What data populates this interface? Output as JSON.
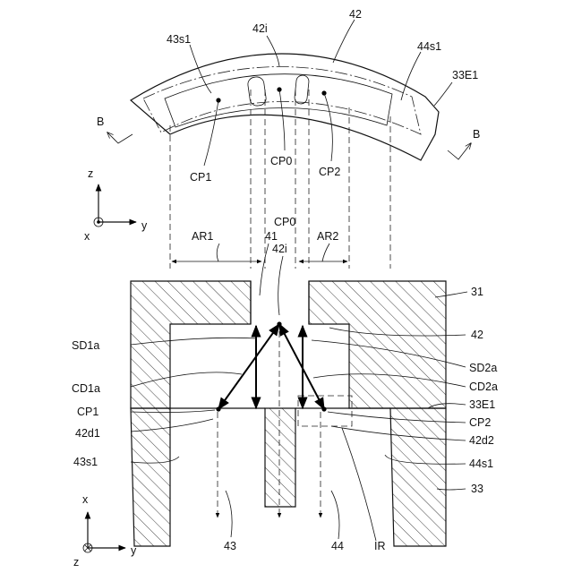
{
  "labels": {
    "l42top": "42",
    "l42i_top": "42i",
    "l43s1_top": "43s1",
    "l44s1_top": "44s1",
    "l33E1_top": "33E1",
    "lB_left": "B",
    "lB_right": "B",
    "lCP1_top": "CP1",
    "lCP0_top": "CP0",
    "lCP2_top": "CP2",
    "axis1_z": "z",
    "axis1_y": "y",
    "axis1_x": "x",
    "lAR1": "AR1",
    "lCP0_mid": "CP0",
    "lAR2": "AR2",
    "l41": "41",
    "l42i_mid": "42i",
    "l31": "31",
    "l42_right": "42",
    "lSD1a": "SD1a",
    "lSD2a": "SD2a",
    "lCD1a": "CD1a",
    "lCD2a": "CD2a",
    "lCP1_bot": "CP1",
    "l33E1_bot": "33E1",
    "lCP2_bot": "CP2",
    "l42d1": "42d1",
    "l42d2": "42d2",
    "l43s1_bot": "43s1",
    "l44s1_bot": "44s1",
    "l33": "33",
    "axis2_x": "x",
    "axis2_y": "y",
    "axis2_z": "z",
    "l43": "43",
    "l44": "44",
    "lIR": "IR"
  }
}
